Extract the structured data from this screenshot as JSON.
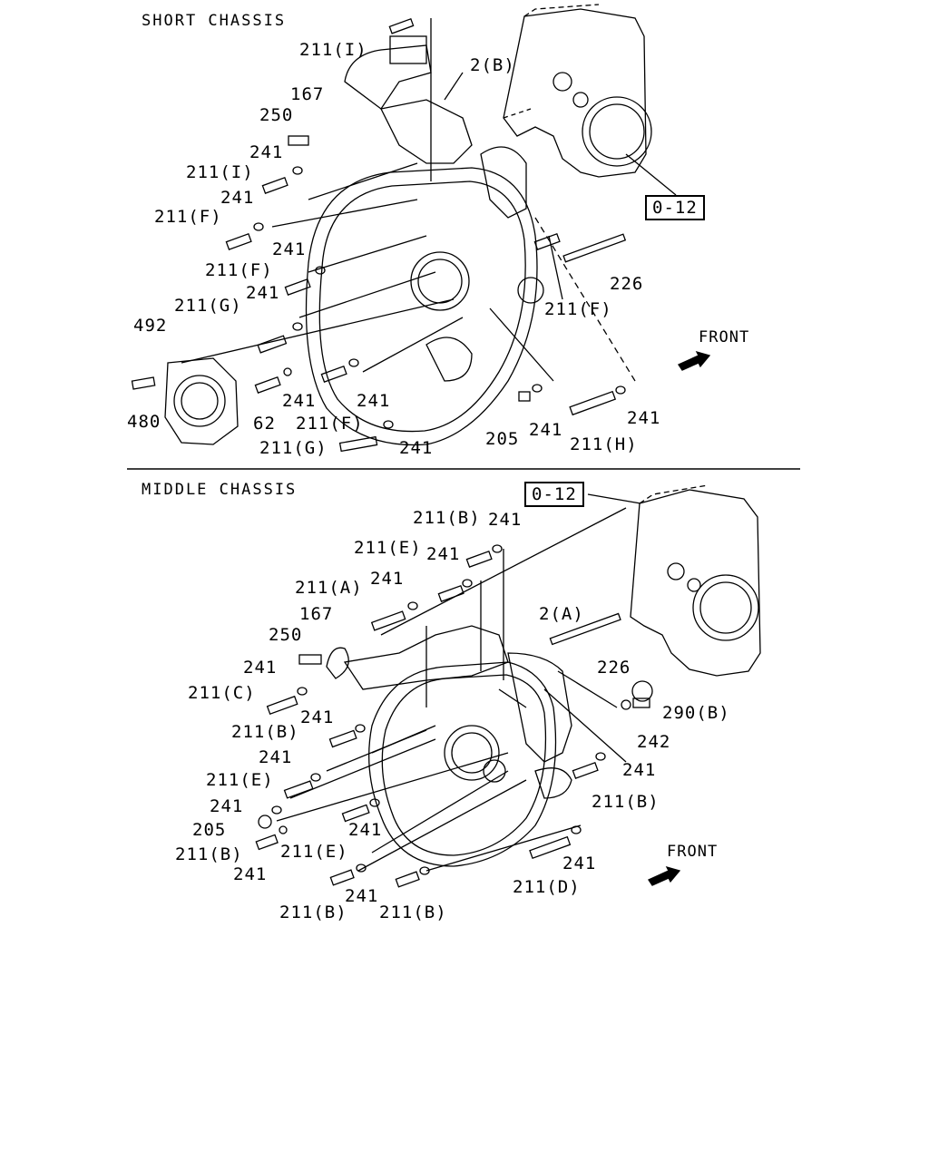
{
  "sections": [
    {
      "title": "SHORT CHASSIS",
      "ref_box": "0-12",
      "front_label": "FRONT",
      "callouts": [
        "211(I)",
        "2(B)",
        "167",
        "250",
        "241",
        "211(I)",
        "241",
        "211(F)",
        "241",
        "211(F)",
        "241",
        "211(G)",
        "492",
        "480",
        "62",
        "241",
        "211(F)",
        "241",
        "211(G)",
        "241",
        "205",
        "241",
        "211(H)",
        "241",
        "211(F)",
        "226"
      ]
    },
    {
      "title": "MIDDLE CHASSIS",
      "ref_box": "0-12",
      "front_label": "FRONT",
      "callouts": [
        "211(B)",
        "241",
        "211(E)",
        "241",
        "211(A)",
        "241",
        "167",
        "2(A)",
        "250",
        "226",
        "241",
        "211(C)",
        "290(B)",
        "241",
        "211(B)",
        "242",
        "241",
        "211(E)",
        "241",
        "241",
        "211(B)",
        "205",
        "241",
        "211(B)",
        "211(E)",
        "241",
        "241",
        "211(D)",
        "241",
        "211(B)",
        "211(B)"
      ]
    }
  ]
}
